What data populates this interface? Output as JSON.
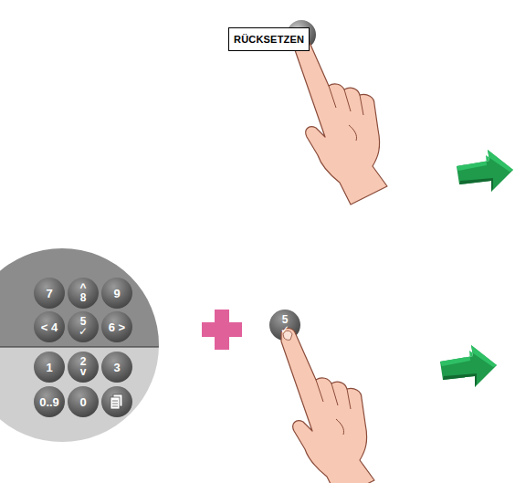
{
  "diagram": {
    "nodes": [
      {
        "text": [
          "RÜCKSETZEN"
        ]
      }
    ],
    "labels": [
      "7",
      "^ 8",
      "9",
      "< 4",
      "5 ✓",
      "6 >",
      "1",
      "2 v",
      "3",
      "0..9",
      "0",
      "5 ✓"
    ]
  }
}
